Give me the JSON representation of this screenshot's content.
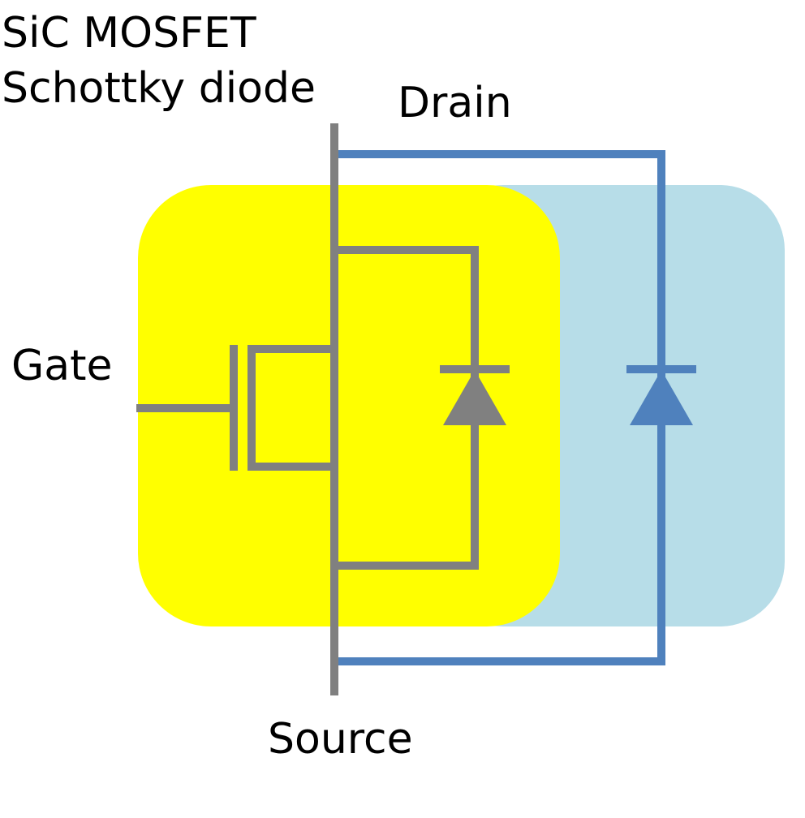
{
  "labels": [
    "SiC MOSFET",
    "Schottky diode",
    "Source",
    "Gate",
    "Drain"
  ],
  "colors": {
    "mosfet_region": "#ffff00",
    "diode_region": "#b7dde8",
    "mosfet_wire": "#808080",
    "diode_wire": "#4f81bd"
  }
}
